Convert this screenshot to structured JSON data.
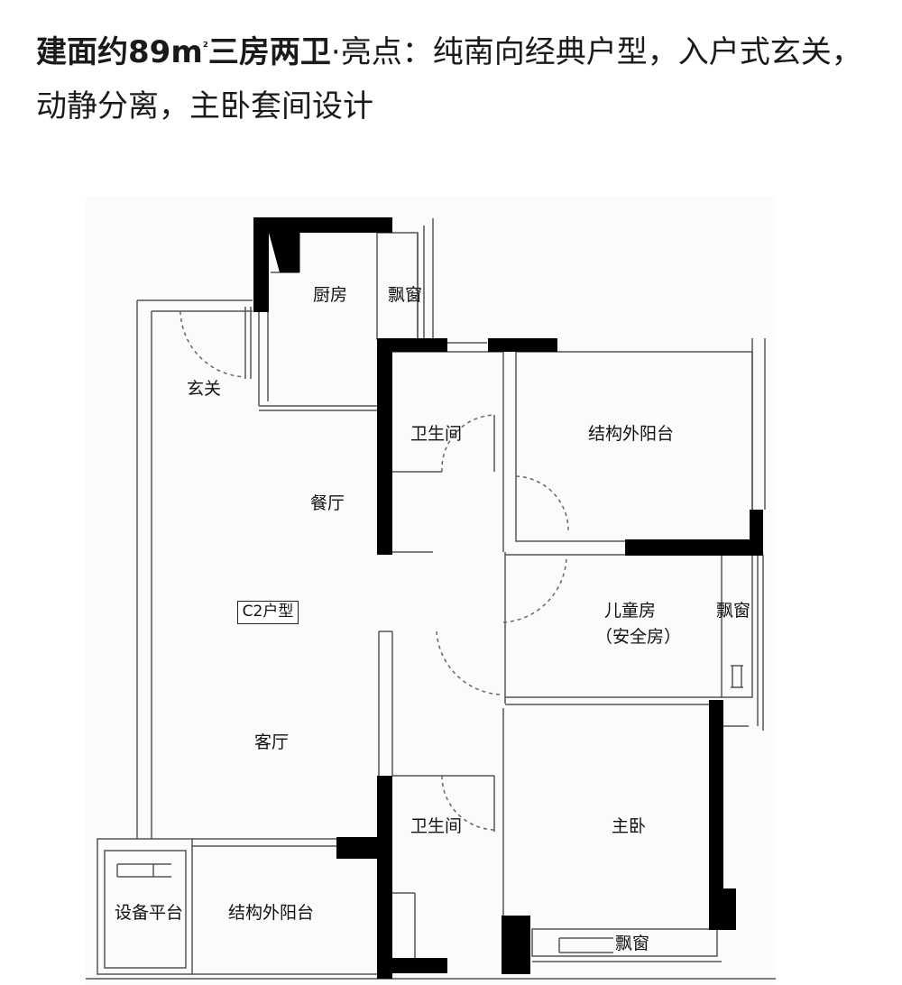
{
  "caption": {
    "bold_part": "建面约89m",
    "superscript": "²",
    "bold_part2": "三房两卫",
    "rest": "·亮点：纯南向经典户型，入户式玄关，动静分离，主卧套间设计"
  },
  "floorplan": {
    "unit_tag": "C2户型",
    "rooms": {
      "kitchen": "厨房",
      "bay_window_top": "飘窗",
      "entrance": "玄关",
      "bathroom_top": "卫生间",
      "balcony_top": "结构外阳台",
      "dining": "餐厅",
      "kids_room": "儿童房",
      "kids_room_note": "（安全房）",
      "bay_window_right": "飘窗",
      "living": "客厅",
      "bathroom_bottom": "卫生间",
      "master_bedroom": "主卧",
      "equipment_platform": "设备平台",
      "balcony_bottom": "结构外阳台",
      "bay_window_bottom": "飘窗"
    }
  },
  "colors": {
    "wall": "#000000",
    "line": "#555555",
    "bg_plan": "#fbfbfb"
  }
}
